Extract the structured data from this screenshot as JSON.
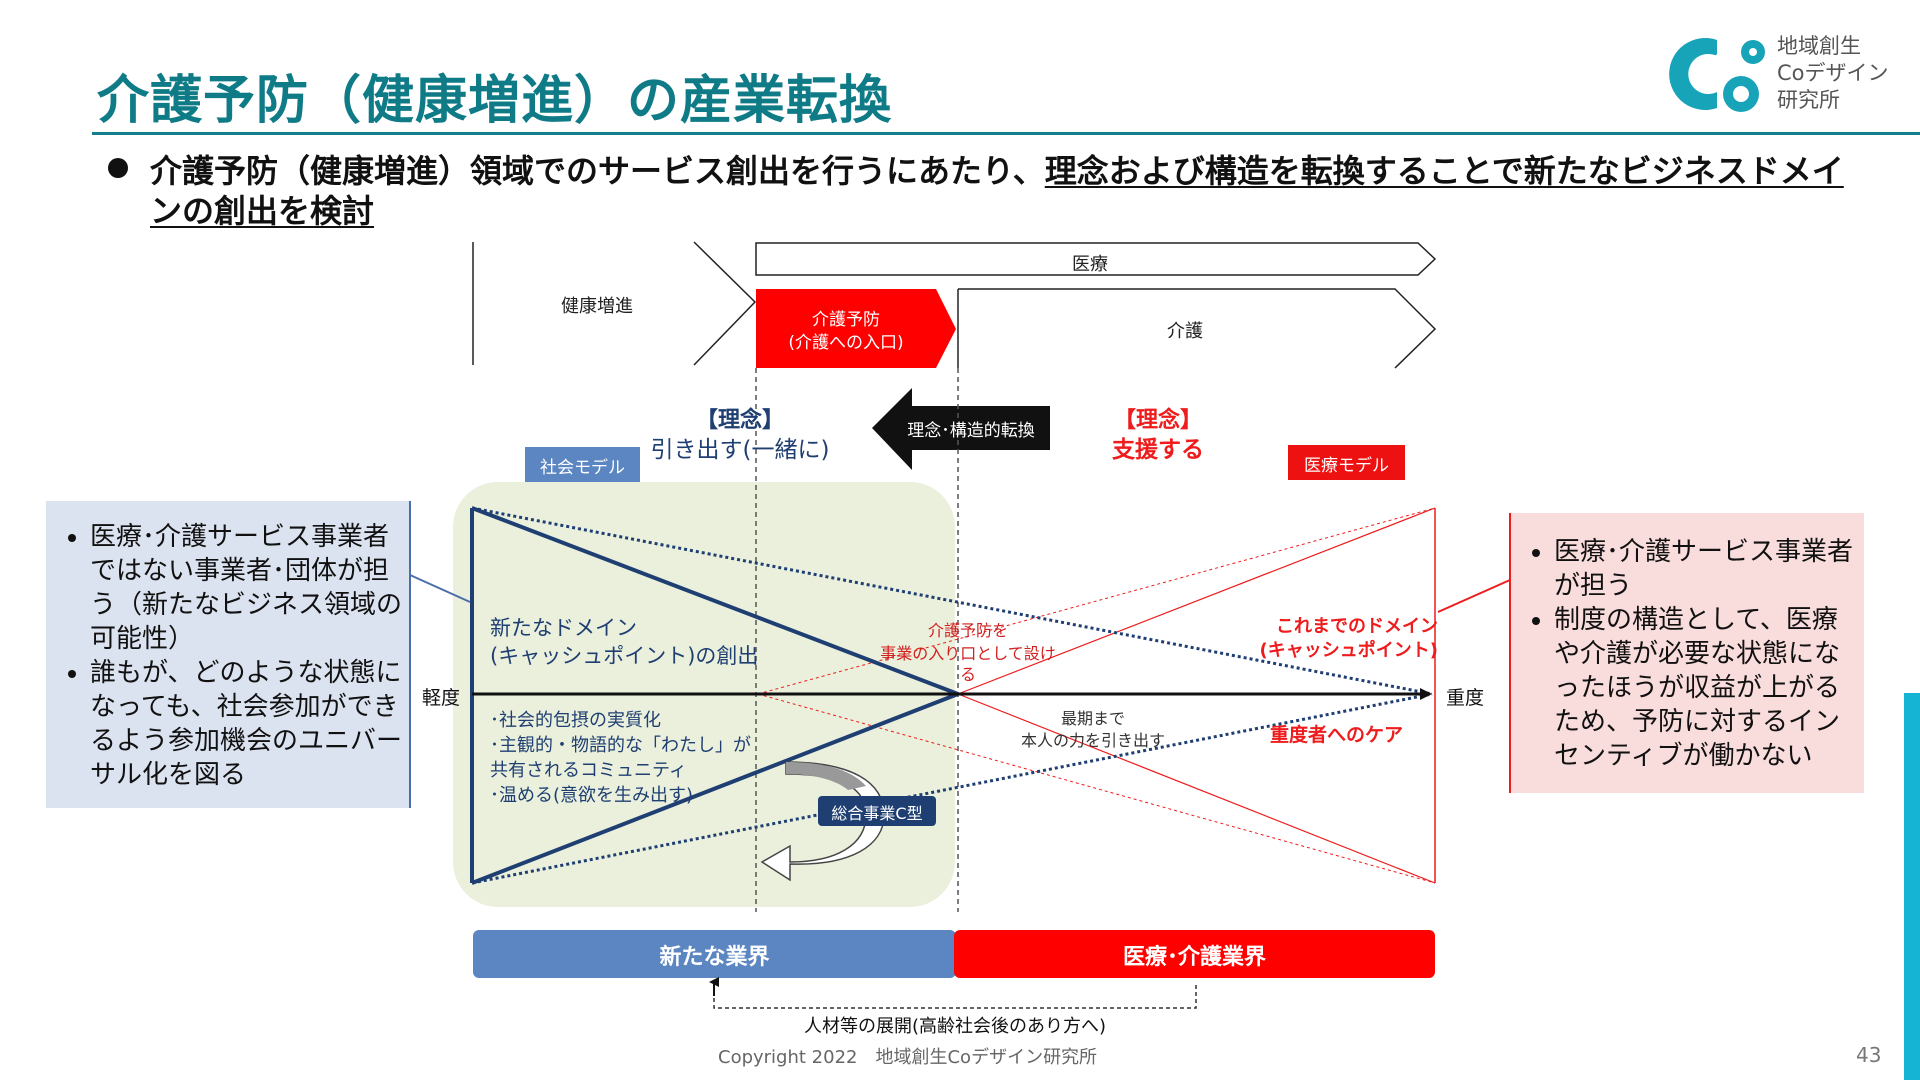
{
  "title": "介護予防（健康増進）の産業転換",
  "logo": {
    "line1": "地域創生",
    "line2": "Coデザイン",
    "line3": "研究所"
  },
  "lead": {
    "part1": "介護予防（健康増進）領域でのサービス創出を行うにあたり、",
    "part2": "理念および構造を転換することで新たなビジネスドメイ",
    "part3": "ンの創出を検討"
  },
  "stages": {
    "health": "健康増進",
    "iryo": "医療",
    "yobo_line1": "介護予防",
    "yobo_line2": "(介護への入口)",
    "kaigo": "介護"
  },
  "rinen_left": {
    "head": "【理念】",
    "body": "引き出す(一緒に)"
  },
  "rinen_right": {
    "head": "【理念】",
    "body": "支援する"
  },
  "transform_label": "理念･構造的転換",
  "model_social": "社会モデル",
  "model_medical": "医療モデル",
  "axis": {
    "left": "軽度",
    "right": "重度"
  },
  "new_domain": {
    "line1": "新たなドメイン",
    "line2": "(キャッシュポイント)の創出"
  },
  "left_inner": [
    "･社会的包摂の実質化",
    "･主観的・物語的な「わたし」が",
    "共有されるコミュニティ",
    "･温める(意欲を生み出す)"
  ],
  "center_note": {
    "line1": "介護予防を",
    "line2": "事業の入り口として設け",
    "line3": "る"
  },
  "saigo": {
    "line1": "最期まで",
    "line2": "本人の力を引き出す"
  },
  "old_domain": {
    "line1": "これまでのドメイン",
    "line2": "(キャッシュポイント)"
  },
  "severe_care": "重度者へのケア",
  "sogo_label": "総合事業C型",
  "left_box": [
    "医療･介護サービス事業者ではない事業者･団体が担う（新たなビジネス領域の可能性）",
    "誰もが、どのような状態になっても、社会参加ができるよう参加機会のユニバーサル化を図る"
  ],
  "right_box": [
    "医療･介護サービス事業者が担う",
    "制度の構造として、医療や介護が必要な状態になったほうが収益が上がるため、予防に対するインセンティブが働かない"
  ],
  "bar_left": "新たな業界",
  "bar_right": "医療･介護業界",
  "bottom_note": "人材等の展開(高齢社会後のあり方へ)",
  "footer": "Copyright 2022　地域創生Coデザイン研究所",
  "page_number": "43",
  "colors": {
    "title": "#0f7b87",
    "navy": "#1f3f73",
    "red": "#ee1c1c",
    "green_zone": "#eaf0dc",
    "blue_bar": "#5b86c2",
    "left_box_bg": "#dce3f0",
    "right_box_bg": "#f9dcdc"
  }
}
